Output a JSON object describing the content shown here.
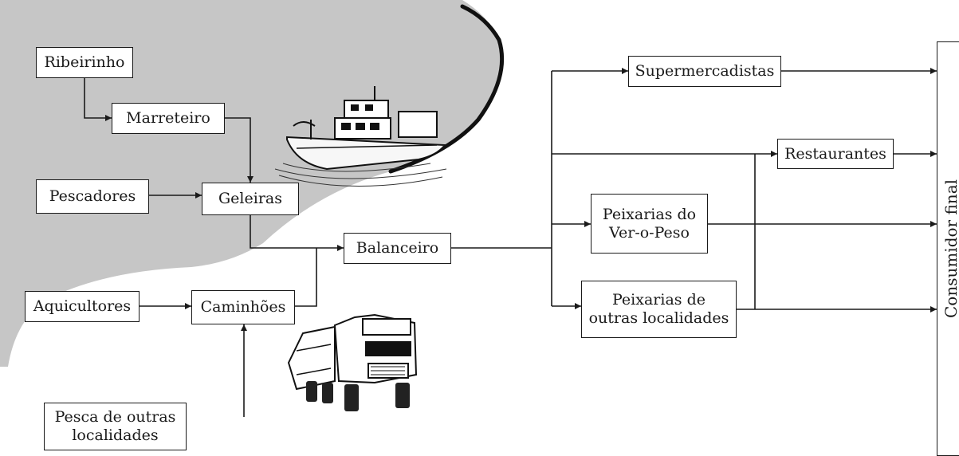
{
  "nodes": {
    "ribeirinho": "Ribeirinho",
    "marreteiro": "Marreteiro",
    "pescadores": "Pescadores",
    "geleiras": "Geleiras",
    "balanceiro": "Balanceiro",
    "aquicultores": "Aquicultores",
    "caminhoes": "Caminhões",
    "pesca_outras": "Pesca de outras\nlocalidades",
    "supermercadistas": "Supermercadistas",
    "restaurantes": "Restaurantes",
    "peixarias_ver_o_peso": "Peixarias do\nVer-o-Peso",
    "peixarias_outras": "Peixarias de\noutras localidades",
    "consumidor_final": "Consumidor final"
  },
  "icons": [
    "fishing-boat-icon",
    "truck-icon"
  ],
  "colors": {
    "river_fill": "#c6c6c6",
    "stroke": "#1a1a1a",
    "box_fill": "#ffffff"
  }
}
